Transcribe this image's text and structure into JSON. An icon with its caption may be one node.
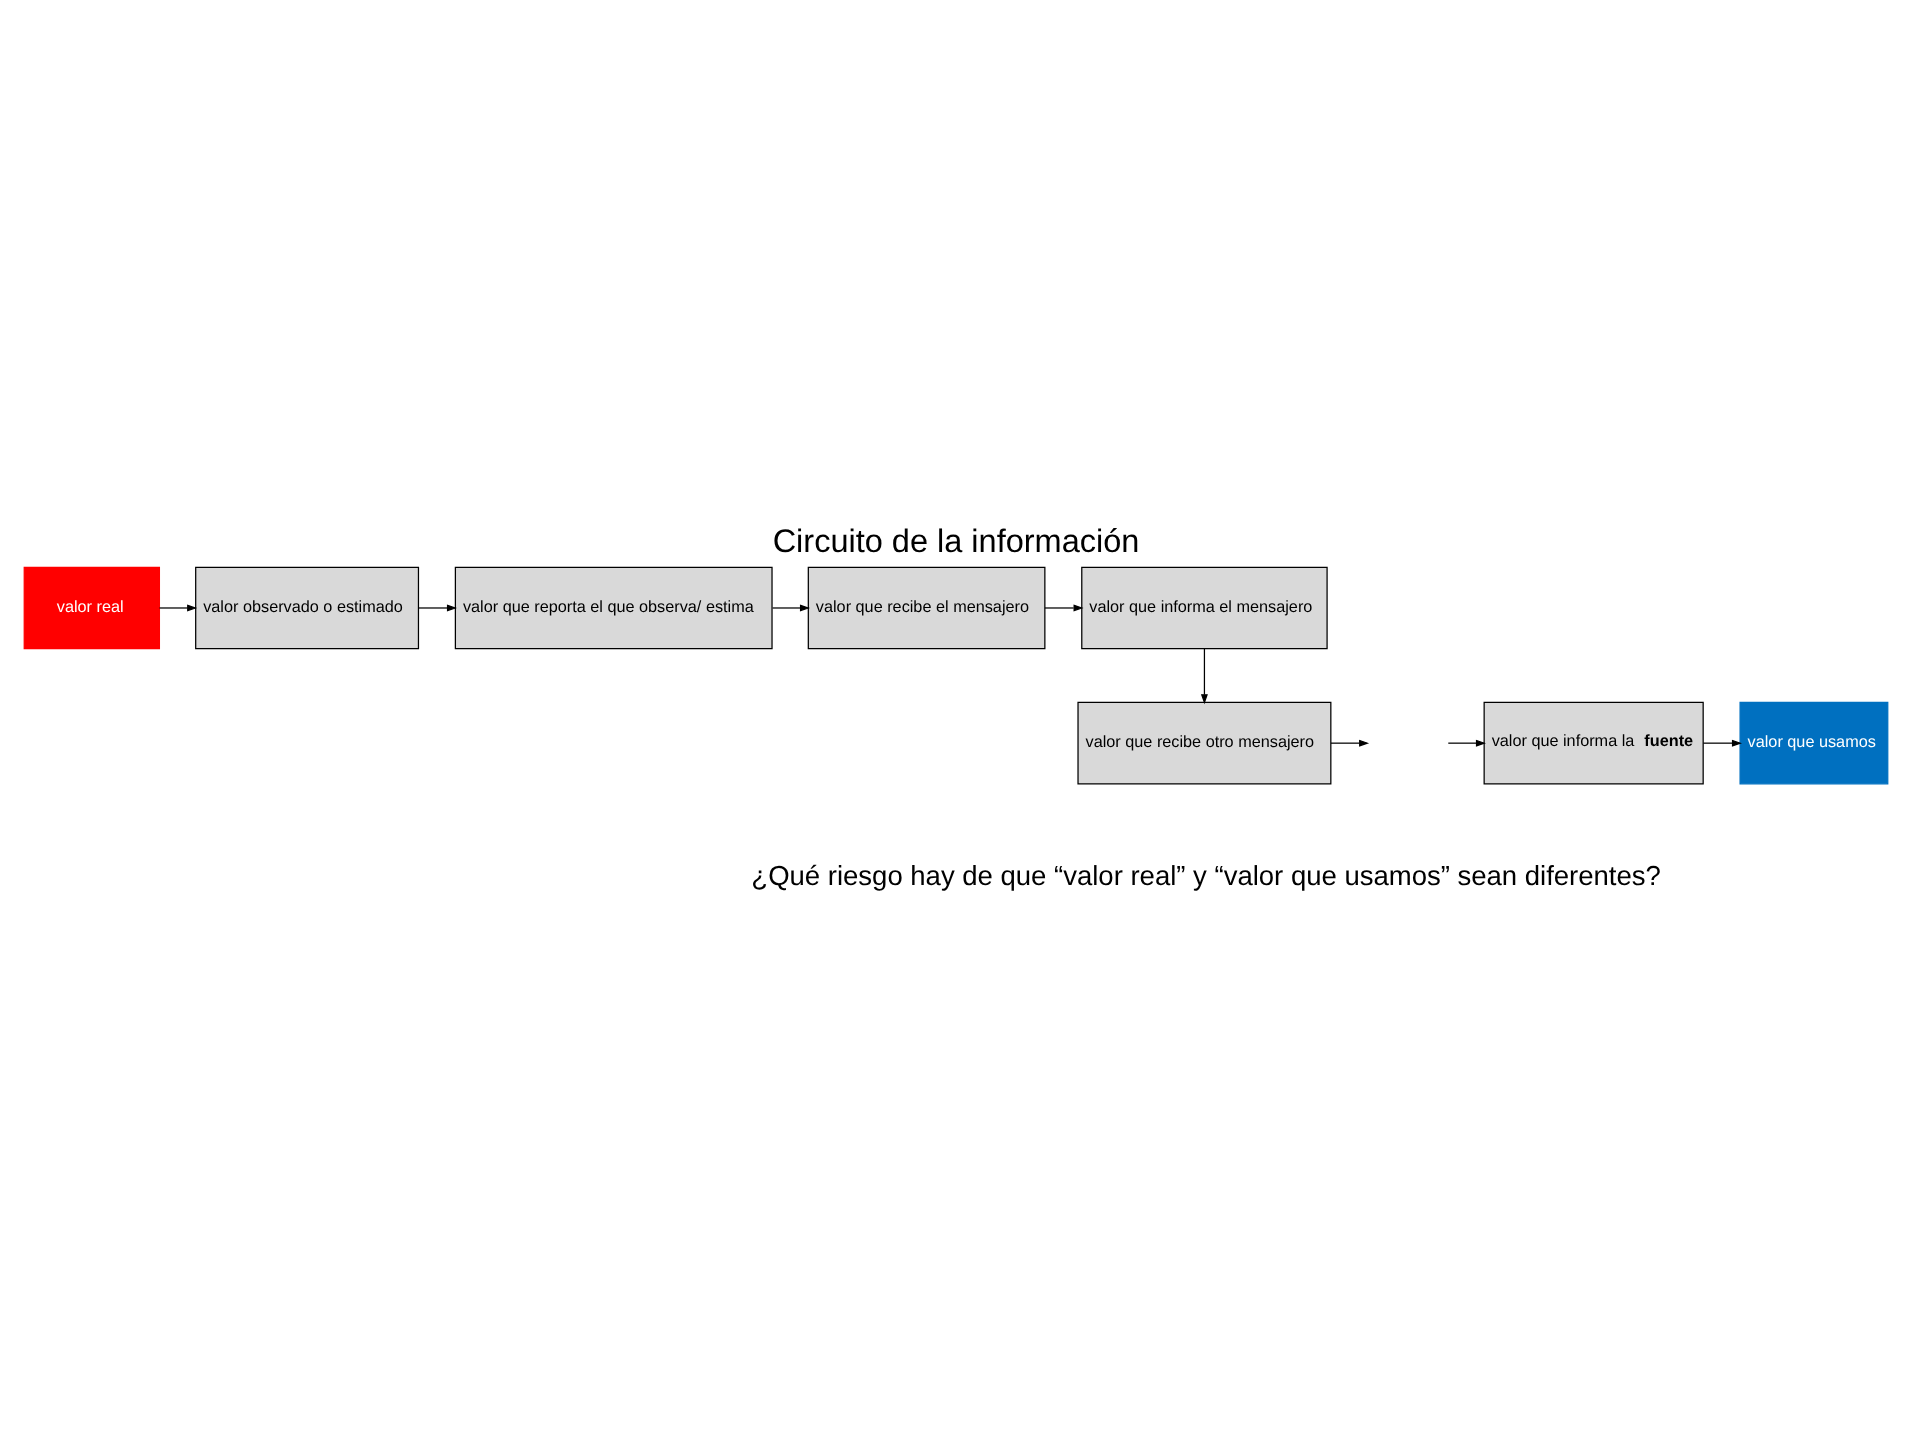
{
  "diagram": {
    "title": "Circuito de la información",
    "nodes": [
      {
        "text": [
          "valor real"
        ]
      },
      {
        "text": [
          "valor observado o estimado"
        ]
      },
      {
        "text": [
          "valor que reporta el que observa/ estima"
        ]
      },
      {
        "text": [
          "valor que recibe el mensajero"
        ]
      },
      {
        "text": [
          "valor que informa el mensajero"
        ]
      },
      {
        "text": [
          "valor que recibe otro mensajero"
        ]
      },
      {
        "text": [
          "valor que informa la **fuente**"
        ]
      },
      {
        "text": [
          "valor que usamos"
        ]
      }
    ],
    "edges": [
      {
        "from": 0,
        "to": 1,
        "arrow": "to"
      },
      {
        "from": 1,
        "to": 2,
        "arrow": "to"
      },
      {
        "from": 2,
        "to": 3,
        "arrow": "to"
      },
      {
        "from": 3,
        "to": 4,
        "arrow": "to"
      },
      {
        "from": 4,
        "to": 5,
        "arrow": "to"
      },
      {
        "from": 5,
        "to": null,
        "arrow": "to"
      },
      {
        "from": null,
        "to": 6,
        "arrow": "to"
      },
      {
        "from": 6,
        "to": 7,
        "arrow": "to"
      }
    ],
    "labels": [
      "¿Qué riesgo hay de que “valor real” y “valor que usamos” sean diferentes?"
    ]
  }
}
